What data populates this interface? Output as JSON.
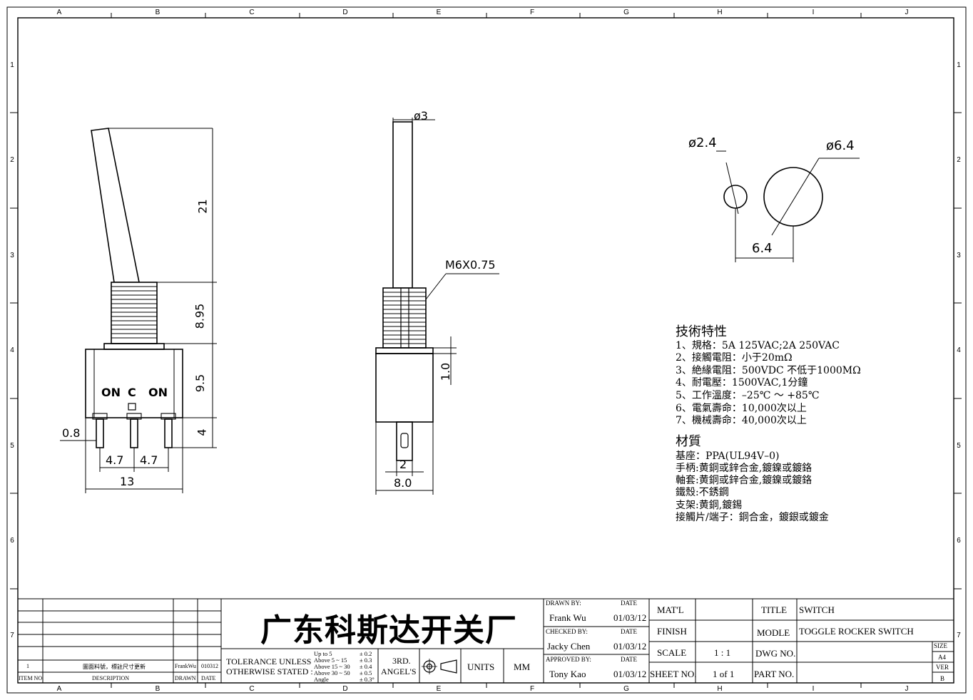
{
  "grid": {
    "columns": [
      "A",
      "B",
      "C",
      "D",
      "E",
      "F",
      "G",
      "H",
      "I",
      "J"
    ],
    "rows": [
      "1",
      "2",
      "3",
      "4",
      "5",
      "6",
      "7"
    ]
  },
  "drawing": {
    "front": {
      "d21": "21",
      "d895": "8.95",
      "d95": "9.5",
      "d4": "4",
      "d08": "0.8",
      "d47a": "4.7",
      "d47b": "4.7",
      "d13": "13",
      "on1": "ON",
      "c": "C",
      "on2": "ON"
    },
    "side": {
      "phi3": "ø3",
      "thread": "M6X0.75",
      "d10": "1.0",
      "d2": "2",
      "d80": "8.0"
    },
    "panel": {
      "phi24": "ø2.4",
      "phi64": "ø6.4",
      "d64": "6.4"
    }
  },
  "specs": {
    "title": "技術特性",
    "items": [
      "1、規格：5A 125VAC;2A 250VAC",
      "2、接觸電阻：小于20mΩ",
      "3、絶緣電阻：500VDC 不低于1000MΩ",
      "4、耐電壓：1500VAC,1分鐘",
      "5、工作溫度：–25℃ ～ +85℃",
      "6、電氣壽命：10,000次以上",
      "7、機械壽命：40,000次以上"
    ],
    "material_title": "材質",
    "materials": [
      "基座：PPA(UL94V–0)",
      "手柄:黄銅或鋅合金,鍍鎳或鍍鉻",
      "軸套:黄銅或鋅合金,鍍鎳或鍍鉻",
      "鐵殼:不銹鋼",
      "支架:黄銅,鍍錫",
      "接觸片/端子：銅合金，鍍銀或鍍金"
    ]
  },
  "titleblock": {
    "revision": {
      "item": "1",
      "desc": "圖面料號，標註尺寸更新",
      "drawn": "FrankWu",
      "date": "010312"
    },
    "rev_headers": {
      "item": "ITEM NO.",
      "desc": "DESCRIPTION",
      "drawn": "DRAWN",
      "date": "DATE"
    },
    "company": "广东科斯达开关厂",
    "tolerance_label": "TOLERANCE UNLESS OTHERWISE STATED :",
    "tolerance_label1": "TOLERANCE UNLESS",
    "tolerance_label2": "OTHERWISE STATED :",
    "tol_ranges": [
      "Up  to  5",
      "Above 5  ~ 15",
      "Above 15 ~ 30",
      "Above 30 ~ 50",
      "Angle"
    ],
    "tol_values": [
      "± 0.2",
      "± 0.3",
      "± 0.4",
      "± 0.5",
      "± 0.3°"
    ],
    "projection1": "3RD.",
    "projection2": "ANGEL'S",
    "units_label": "UNITS",
    "units_value": "MM",
    "drawn_by_label": "DRAWN BY:",
    "drawn_by": "Frank Wu",
    "checked_by_label": "CHECKED BY:",
    "checked_by": "Jacky Chen",
    "approved_by_label": "APPROVED BY:",
    "approved_by": "Tony Kao",
    "date_label": "DATE",
    "date1": "01/03/12",
    "date2": "01/03/12",
    "date3": "01/03/12",
    "matl_label": "MAT'L",
    "finish_label": "FINISH",
    "scale_label": "SCALE",
    "scale_value": "1 : 1",
    "sheet_label": "SHEET NO.",
    "sheet_value": "1 of 1",
    "title_label": "TITLE",
    "title_value": "SWITCH",
    "model_label": "MODLE",
    "model_value": "TOGGLE ROCKER SWITCH",
    "dwg_label": "DWG NO.",
    "part_label": "PART NO.",
    "size_label": "SIZE",
    "size_value": "A4",
    "ver_label": "VER",
    "ver_value": "B"
  }
}
